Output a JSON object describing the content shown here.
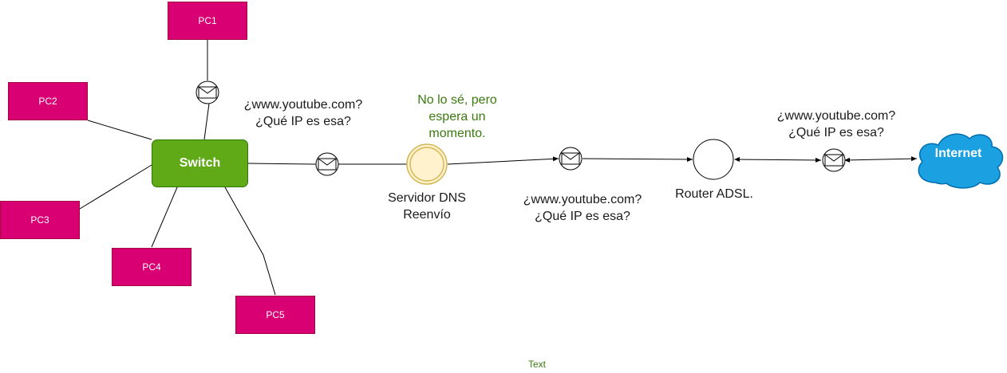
{
  "pcs": [
    {
      "label": "PC1"
    },
    {
      "label": "PC2"
    },
    {
      "label": "PC3"
    },
    {
      "label": "PC4"
    },
    {
      "label": "PC5"
    }
  ],
  "switch": {
    "label": "Switch"
  },
  "dns_server": {
    "label": "Servidor DNS\nReenvío"
  },
  "dns_reply": {
    "text": "No lo sé, pero\nespera un\nmomento."
  },
  "query_1": {
    "text": "¿www.youtube.com?\n¿Qué IP es esa?"
  },
  "query_2": {
    "text": "¿www.youtube.com?\n¿Qué IP es esa?"
  },
  "query_3": {
    "text": "¿www.youtube.com?\n¿Qué IP es esa?"
  },
  "router": {
    "label": "Router ADSL."
  },
  "internet": {
    "label": "Internet"
  },
  "footer": {
    "text": "Text"
  },
  "colors": {
    "pc_fill": "#d80073",
    "switch_fill": "#60a917",
    "dns_fill": "#fff2cc",
    "dns_stroke": "#d6b656",
    "cloud_fill": "#1ba1e2",
    "green_text": "#3a7a10"
  },
  "icons": [
    "envelope-icon",
    "cloud-icon"
  ]
}
